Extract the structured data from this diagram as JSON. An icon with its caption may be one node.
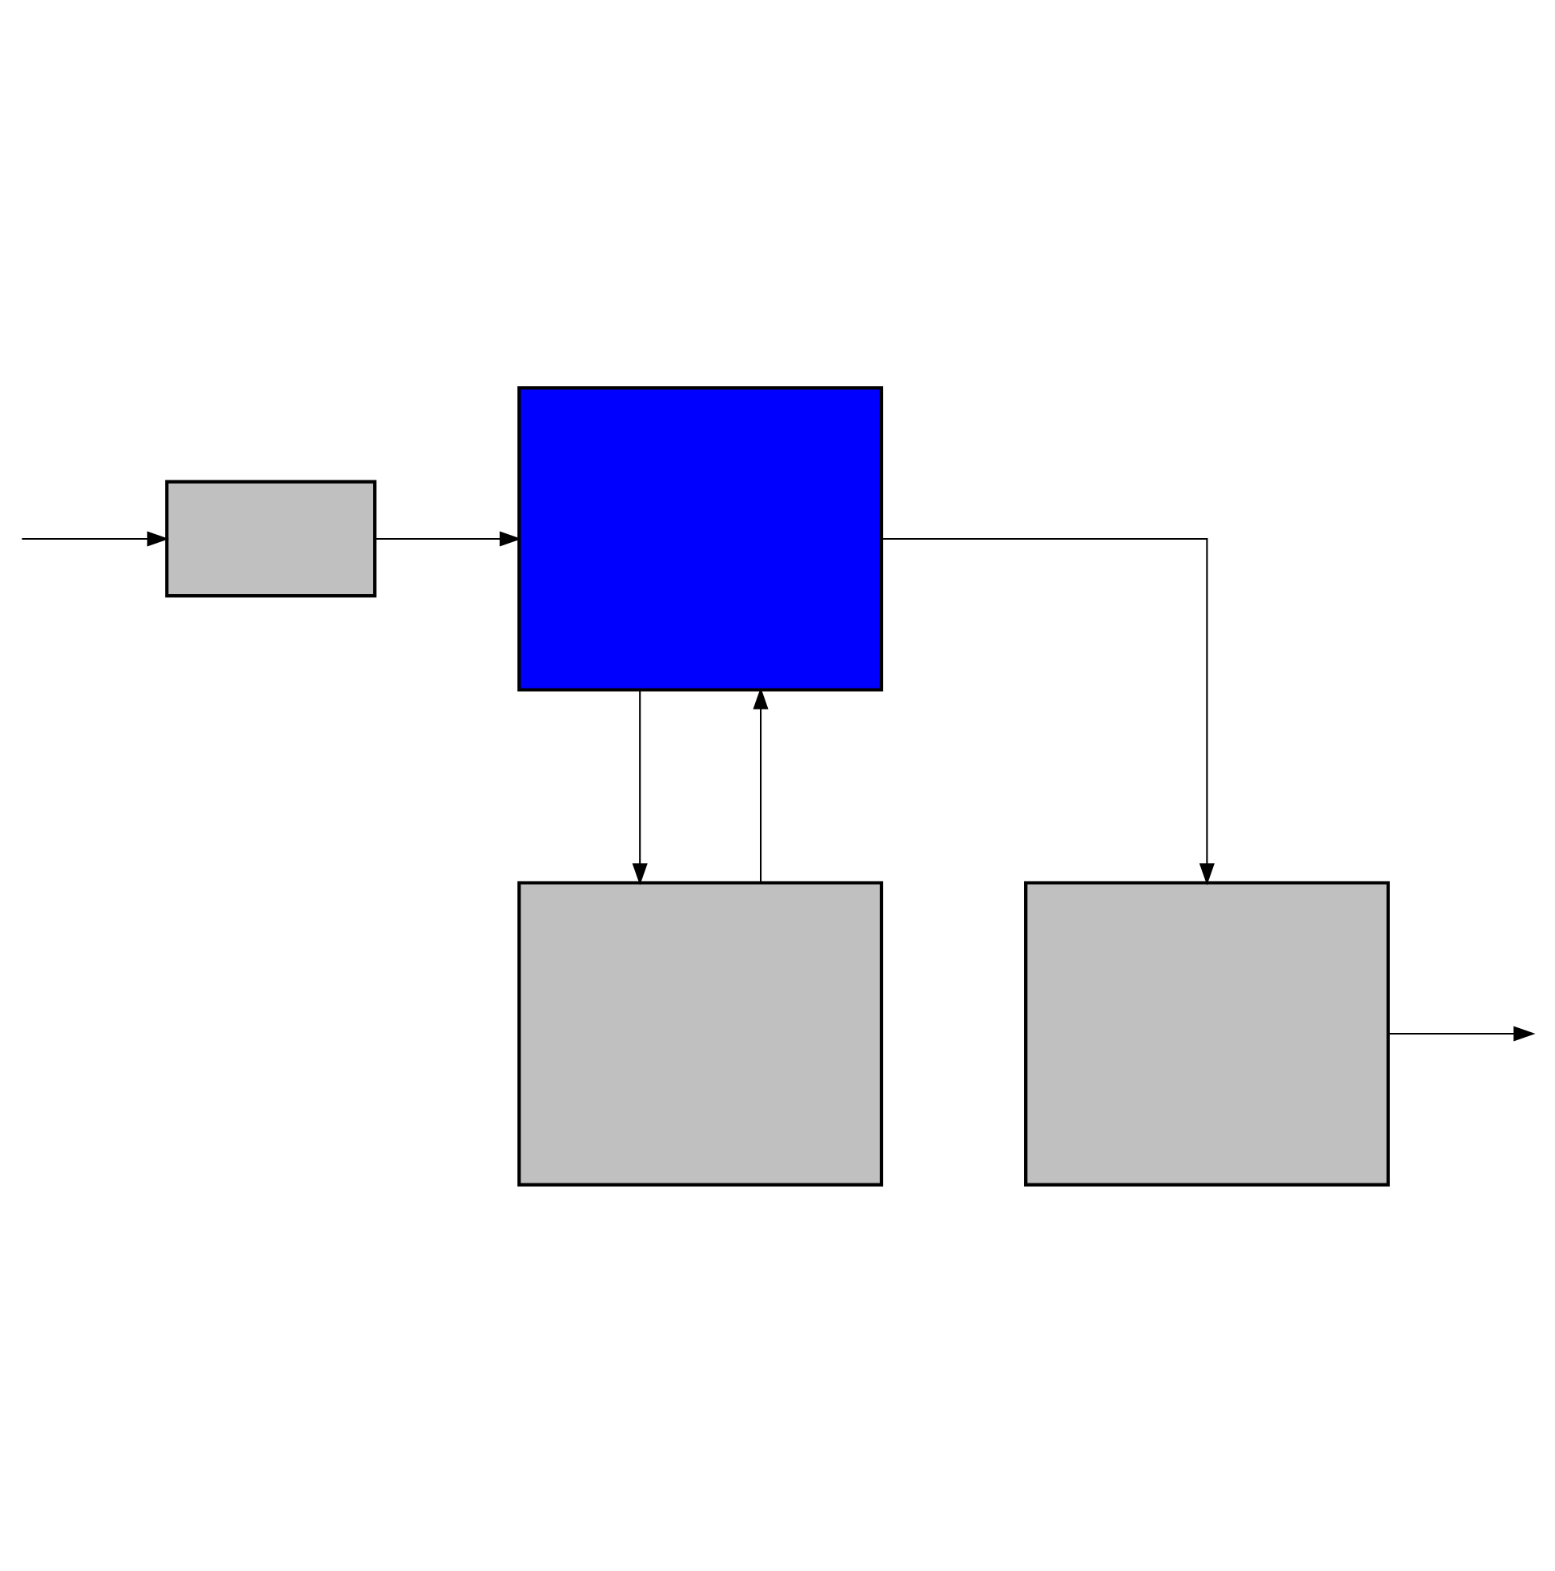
{
  "diagram": {
    "nodes": [
      {
        "text": [],
        "shape": "box"
      },
      {
        "text": [],
        "shape": "box"
      },
      {
        "text": [],
        "shape": "box"
      },
      {
        "text": [],
        "shape": "box"
      }
    ],
    "edges": [
      {
        "from": null,
        "to": 0,
        "arrow": "to"
      },
      {
        "from": 0,
        "to": 1,
        "arrow": "to"
      },
      {
        "from": 1,
        "to": 2,
        "arrow": "to"
      },
      {
        "from": 2,
        "to": 1,
        "arrow": "to"
      },
      {
        "from": 1,
        "to": 3,
        "arrow": "to"
      },
      {
        "from": 3,
        "to": null,
        "arrow": "to"
      }
    ]
  }
}
